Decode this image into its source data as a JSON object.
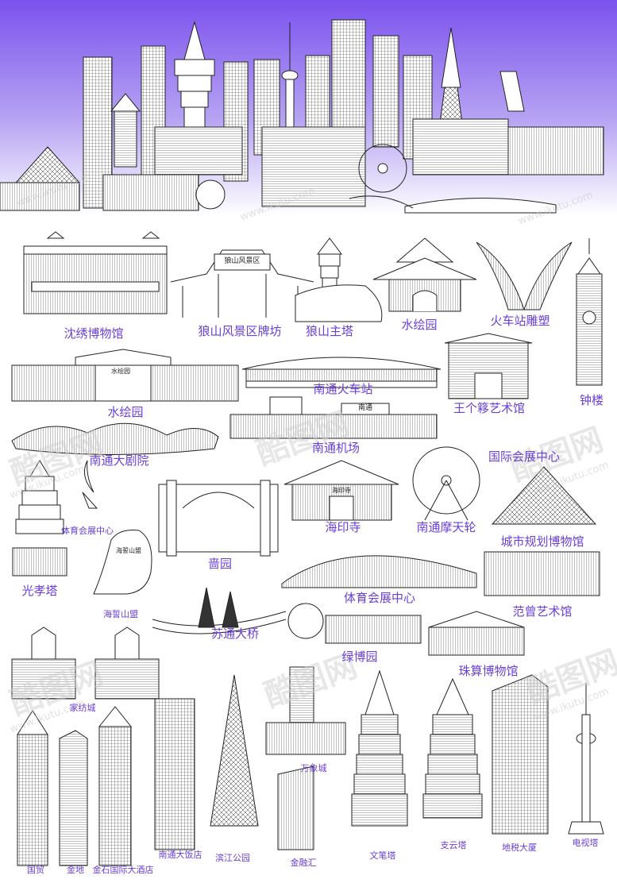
{
  "colors": {
    "gradient_top": "#7b52ee",
    "gradient_bottom": "#ffffff",
    "label": "#6a3fd6",
    "line": "#222222"
  },
  "labels": {
    "shenxiu": "沈绣博物馆",
    "langshan_gate": "狼山风景区牌坊",
    "langshan_tower": "狼山主塔",
    "shuihui_top": "水绘园",
    "station_sculpture": "火车站雕塑",
    "railway_station": "南通火车站",
    "wanggezhu": "王个簃艺术馆",
    "clock_tower": "钟楼",
    "shuihui_long": "水绘园",
    "airport": "南通机场",
    "theatre": "南通大剧院",
    "intl_convention": "国际会展中心",
    "guangxiao": "光孝塔",
    "sports_small": "体育会展中心",
    "qiangyuan": "啬园",
    "haiyin": "海印寺",
    "ferris": "南通摩天轮",
    "urban_planning": "城市规划博物馆",
    "sports_center": "体育会展中心",
    "haishi": "海誓山盟",
    "sutong_bridge": "苏通大桥",
    "fanzeng": "范曾艺术馆",
    "lvbo": "绿博园",
    "abacus": "珠算博物馆",
    "jiafang": "家纺城",
    "wanxiang": "万象城",
    "guomao": "国贸",
    "jindi": "金地",
    "jinshi_hotel": "金石国际大酒店",
    "nantong_hotel": "南通大饭店",
    "binjiang": "滨江公园",
    "jinronghui": "金融汇",
    "wenbi": "文笔塔",
    "zhiyun": "支云塔",
    "dishui": "地税大厦",
    "tv_tower": "电视塔"
  },
  "signs": {
    "langshan_plaque": "狼山风景区",
    "haiyin_plaque": "海印寺",
    "shuihui_plaque": "水绘园",
    "airport_sign": "南通",
    "rock_text": "海誓山盟"
  },
  "watermark": {
    "site": "www.ikutu.com",
    "brand": "酷图网"
  }
}
